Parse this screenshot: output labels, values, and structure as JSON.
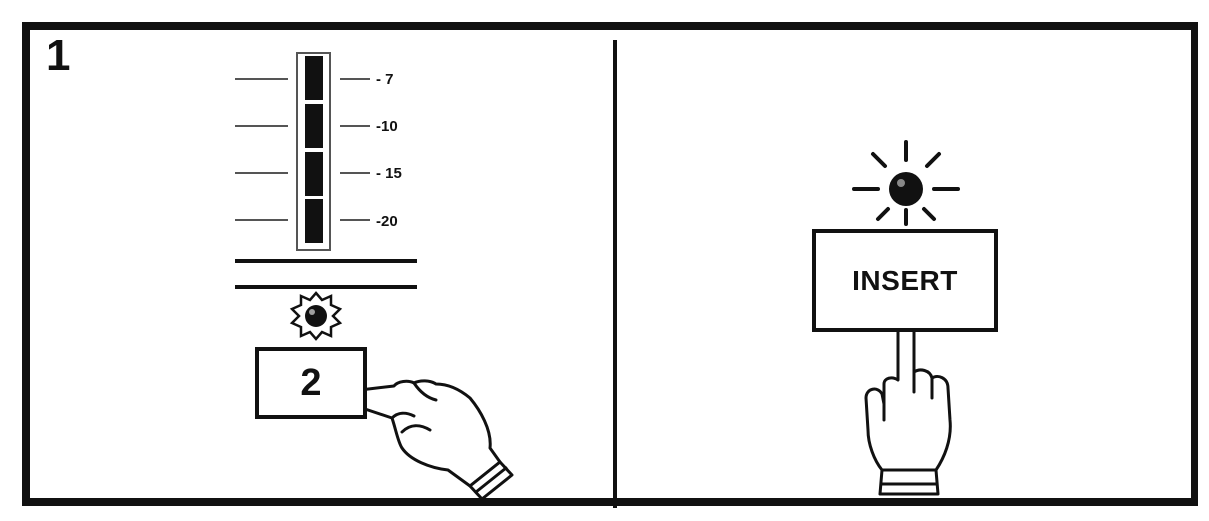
{
  "diagram": {
    "step_number": "1",
    "level_meter": {
      "scale_labels": [
        "- 7",
        "-10",
        "- 15",
        "-20"
      ]
    },
    "channel_button": {
      "label": "2"
    },
    "insert_button": {
      "label": "INSERT"
    }
  }
}
